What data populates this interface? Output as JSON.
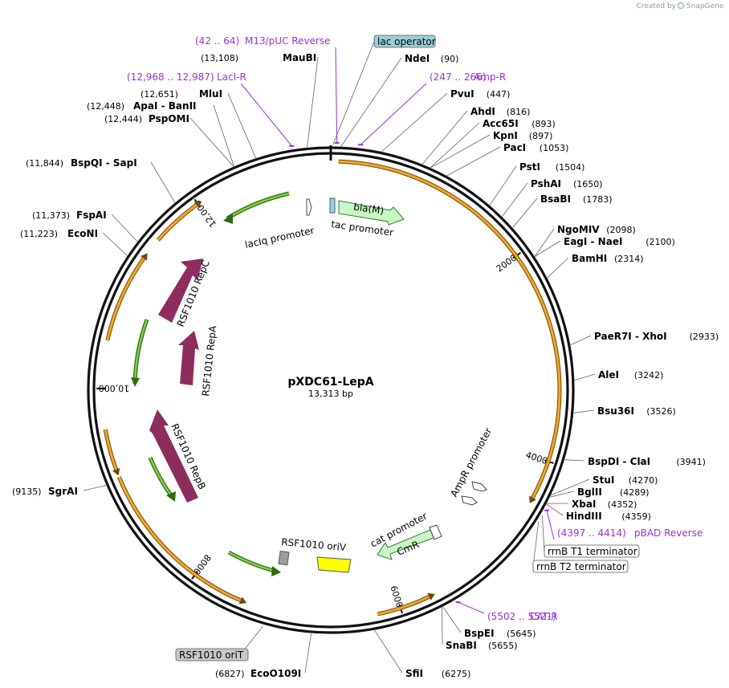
{
  "credit": {
    "prefix": "Created by",
    "brand": "SnapGene"
  },
  "plasmid": {
    "name": "pXDC61-LepA",
    "length_label": "13,313 bp",
    "length": 13313
  },
  "ticks": [
    {
      "label": "2000",
      "pos": 2000
    },
    {
      "label": "4000",
      "pos": 4000
    },
    {
      "label": "6000",
      "pos": 6000
    },
    {
      "label": "8000",
      "pos": 8000
    },
    {
      "label": "10,000",
      "pos": 10000
    },
    {
      "label": "12,000",
      "pos": 12000
    }
  ],
  "sites": [
    {
      "name": "MauBI",
      "pos": 13108,
      "pos_label": "(13,108)",
      "side": "left"
    },
    {
      "name": "NdeI",
      "pos": 90,
      "pos_label": "(90)",
      "side": "right"
    },
    {
      "name": "PvuI",
      "pos": 447,
      "pos_label": "(447)",
      "side": "right"
    },
    {
      "name": "AhdI",
      "pos": 816,
      "pos_label": "(816)",
      "side": "right"
    },
    {
      "name": "Acc65I",
      "pos": 893,
      "pos_label": "(893)",
      "side": "right"
    },
    {
      "name": "KpnI",
      "pos": 897,
      "pos_label": "(897)",
      "side": "right"
    },
    {
      "name": "PacI",
      "pos": 1053,
      "pos_label": "(1053)",
      "side": "right"
    },
    {
      "name": "PstI",
      "pos": 1504,
      "pos_label": "(1504)",
      "side": "right"
    },
    {
      "name": "PshAI",
      "pos": 1650,
      "pos_label": "(1650)",
      "side": "right"
    },
    {
      "name": "BsaBI",
      "pos": 1783,
      "pos_label": "(1783)",
      "side": "right"
    },
    {
      "name": "NgoMIV",
      "pos": 2098,
      "pos_label": "(2098)",
      "side": "right"
    },
    {
      "name": "EagI - NaeI",
      "pos": 2100,
      "pos_label": "(2100)",
      "side": "right"
    },
    {
      "name": "BamHI",
      "pos": 2314,
      "pos_label": "(2314)",
      "side": "right"
    },
    {
      "name": "PaeR7I - XhoI",
      "pos": 2933,
      "pos_label": "(2933)",
      "side": "right"
    },
    {
      "name": "AleI",
      "pos": 3242,
      "pos_label": "(3242)",
      "side": "right"
    },
    {
      "name": "Bsu36I",
      "pos": 3526,
      "pos_label": "(3526)",
      "side": "right"
    },
    {
      "name": "BspDI - ClaI",
      "pos": 3941,
      "pos_label": "(3941)",
      "side": "right"
    },
    {
      "name": "StuI",
      "pos": 4270,
      "pos_label": "(4270)",
      "side": "right"
    },
    {
      "name": "BglII",
      "pos": 4289,
      "pos_label": "(4289)",
      "side": "right"
    },
    {
      "name": "XbaI",
      "pos": 4352,
      "pos_label": "(4352)",
      "side": "right"
    },
    {
      "name": "HindIII",
      "pos": 4359,
      "pos_label": "(4359)",
      "side": "right"
    },
    {
      "name": "BspEI",
      "pos": 5645,
      "pos_label": "(5645)",
      "side": "right"
    },
    {
      "name": "SnaBI",
      "pos": 5655,
      "pos_label": "(5655)",
      "side": "right"
    },
    {
      "name": "SfiI",
      "pos": 6275,
      "pos_label": "(6275)",
      "side": "right"
    },
    {
      "name": "EcoO109I",
      "pos": 6827,
      "pos_label": "(6827)",
      "side": "left"
    },
    {
      "name": "SgrAI",
      "pos": 9135,
      "pos_label": "(9135)",
      "side": "left"
    },
    {
      "name": "EcoNI",
      "pos": 11223,
      "pos_label": "(11,223)",
      "side": "left"
    },
    {
      "name": "FspAI",
      "pos": 11373,
      "pos_label": "(11,373)",
      "side": "left"
    },
    {
      "name": "BspQI - SapI",
      "pos": 11844,
      "pos_label": "(11,844)",
      "side": "left"
    },
    {
      "name": "PspOMI",
      "pos": 12444,
      "pos_label": "(12,444)",
      "side": "left"
    },
    {
      "name": "ApaI - BanII",
      "pos": 12448,
      "pos_label": "(12,448)",
      "side": "left"
    },
    {
      "name": "MluI",
      "pos": 12651,
      "pos_label": "(12,651)",
      "side": "left"
    }
  ],
  "primers": [
    {
      "name": "M13/pUC Reverse",
      "range": "(42 .. 64)",
      "pos": 53
    },
    {
      "name": "Amp-R",
      "range": "(247 .. 266)",
      "pos": 256
    },
    {
      "name": "LacI-R",
      "range": "(12,968 .. 12,987)",
      "pos": 12977
    },
    {
      "name": "pBAD Reverse",
      "range": "(4397 .. 4414)",
      "pos": 4405
    },
    {
      "name": "CAT-R",
      "range": "(5502 .. 5521)",
      "pos": 5511
    }
  ],
  "boxed_features": [
    {
      "name": "lac operator",
      "pos": 20,
      "color": "#9ccfd8"
    },
    {
      "name": "rrnB T1 terminator",
      "pos": 4460,
      "color": "#ffffff"
    },
    {
      "name": "rrnB T2 terminator",
      "pos": 4520,
      "color": "#ffffff"
    },
    {
      "name": "RSF1010 oriT",
      "pos": 7250,
      "color": "#c8c8c8"
    }
  ],
  "inner_features": [
    {
      "name": "bla(M)",
      "color": "#c8f7c5"
    },
    {
      "name": "CmR",
      "color": "#c8f7c5"
    },
    {
      "name": "RSF1010 RepC",
      "color": "#8e2c5e"
    },
    {
      "name": "RSF1010 RepA",
      "color": "#8e2c5e"
    },
    {
      "name": "RSF1010 RepB",
      "color": "#8e2c5e"
    },
    {
      "name": "lacIq promoter",
      "color": "#ffffff"
    },
    {
      "name": "tac promoter",
      "color": "#ffffff"
    },
    {
      "name": "AmpR promoter",
      "color": "#ffffff"
    },
    {
      "name": "cat promoter",
      "color": "#ffffff"
    },
    {
      "name": "RSF1010 oriV",
      "color": "#ffff00"
    }
  ],
  "orfs": [
    {
      "start": 70,
      "end": 4380,
      "strand": 1,
      "color": "#f5a623"
    },
    {
      "start": 5700,
      "end": 6220,
      "strand": -1,
      "color": "#f5a623"
    },
    {
      "start": 7500,
      "end": 9160,
      "strand": -1,
      "color": "#f5a623"
    },
    {
      "start": 9220,
      "end": 9620,
      "strand": -1,
      "color": "#f5a623"
    },
    {
      "start": 10450,
      "end": 11300,
      "strand": 1,
      "color": "#f5a623"
    },
    {
      "start": 11500,
      "end": 12000,
      "strand": 1,
      "color": "#f5a623"
    }
  ],
  "colors": {
    "primer": "#9b30d9",
    "backbone": "#000000",
    "green": "#4caf1c",
    "orf": "#f5a623"
  }
}
